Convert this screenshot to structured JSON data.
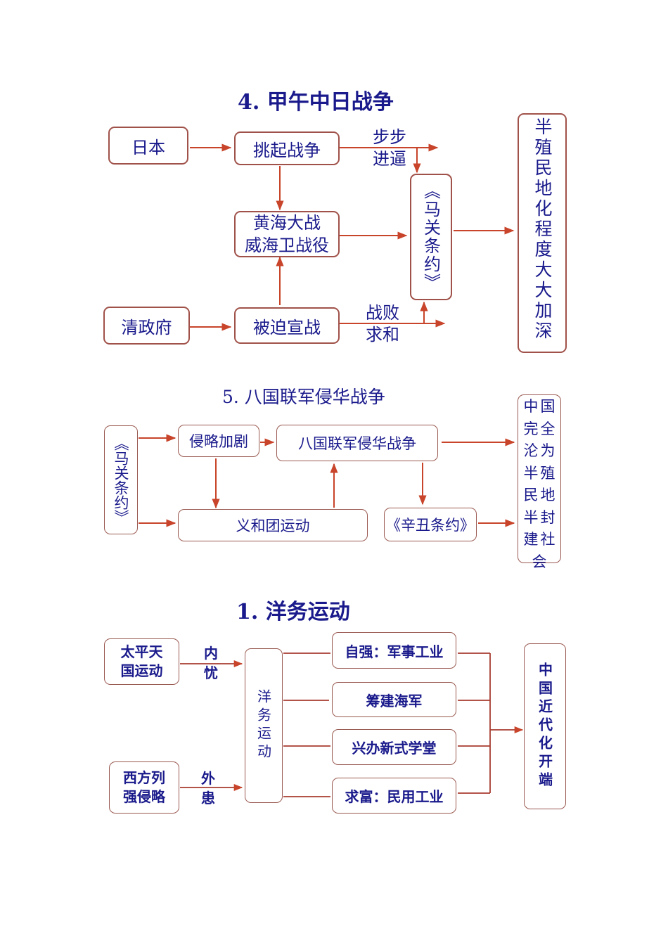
{
  "section4": {
    "title": "4. 甲午中日战争",
    "japan": "日本",
    "provoke": "挑起战争",
    "battle_line1": "黄海大战",
    "battle_line2": "威海卫战役",
    "qing": "清政府",
    "forced": "被迫宣战",
    "step_line1": "步步",
    "step_line2": "进逼",
    "defeat_line1": "战败",
    "defeat_line2": "求和",
    "treaty": "《马关条约》",
    "result": "半殖民地化程度大大加深"
  },
  "section5": {
    "title": "5. 八国联军侵华战争",
    "treaty": "《马关条约》",
    "aggression": "侵略加剧",
    "eight_nation": "八国联军侵华战争",
    "boxer": "义和团运动",
    "xinchou": "《辛丑条约》",
    "result": "中国完全沦为半殖民地半封建社会"
  },
  "section1": {
    "title": "1. 洋务运动",
    "taiping_line1": "太平天",
    "taiping_line2": "国运动",
    "west_line1": "西方列",
    "west_line2": "强侵略",
    "internal": "内忧",
    "external": "外患",
    "movement": "洋务运动",
    "branches": [
      "自强：军事工业",
      "筹建海军",
      "兴办新式学堂",
      "求富：民用工业"
    ],
    "result": "中国近代化开端"
  },
  "colors": {
    "text": "#1a1a8c",
    "border": "#a0524a",
    "arrow": "#c8442a"
  }
}
